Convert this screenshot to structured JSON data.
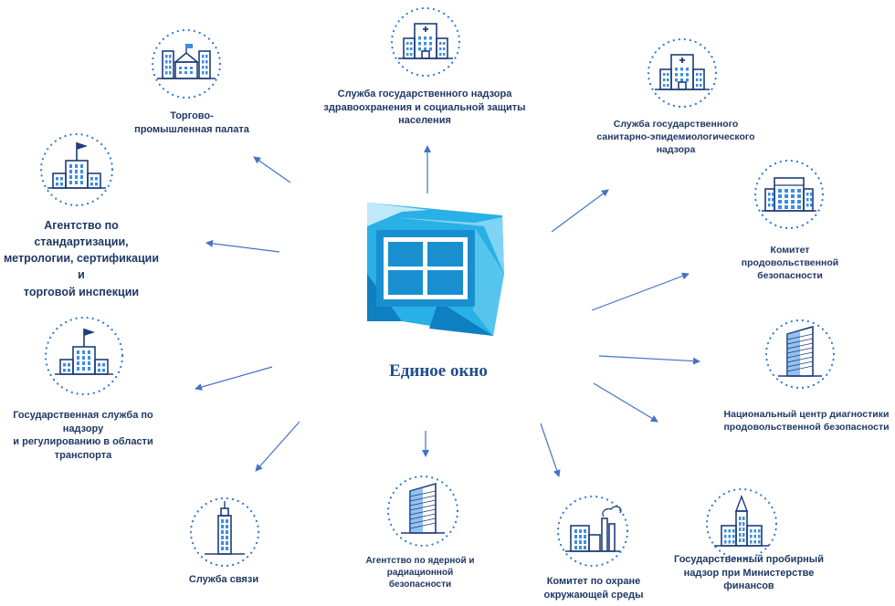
{
  "center": {
    "title": "Единое окно",
    "icon": "window-logo-icon"
  },
  "colors": {
    "dots": "#2f7bd6",
    "building_dark": "#1f3d7a",
    "building_light": "#3b8ee3",
    "arrow": "#4472c4",
    "text": "#1f3864",
    "logo_light": "#7fd3f5",
    "logo_mid": "#29b0e6",
    "logo_dark": "#0e7fc0"
  },
  "nodes": [
    {
      "id": "tpp",
      "label": "Торгово-\nпромышленная палата",
      "icon": "city-buildings-icon"
    },
    {
      "id": "health",
      "label": "Служба государственного надзора\nздравоохранения и социальной защиты\nнаселения",
      "icon": "hospital-icon"
    },
    {
      "id": "sanepid",
      "label": "Служба государственного\nсанитарно-эпидемиологического\nнадзора",
      "icon": "hospital-icon"
    },
    {
      "id": "standards",
      "label": "Агентство по стандартизации,\nметрологии, сертификации и\nторговой инспекции",
      "icon": "flag-building-icon"
    },
    {
      "id": "food-committee",
      "label": "Комитет\nпродовольственной\nбезопасности",
      "icon": "office-building-icon"
    },
    {
      "id": "transport",
      "label": "Государственная служба по надзору\nи регулированию в области\nтранспорта",
      "icon": "flag-building-icon"
    },
    {
      "id": "food-center",
      "label": "Национальный центр диагностики\nпродовольственной безопасности",
      "icon": "skyscraper-icon"
    },
    {
      "id": "communications",
      "label": "Служба связи",
      "icon": "tower-icon"
    },
    {
      "id": "nuclear",
      "label": "Агентство по ядерной и\nрадиационной\nбезопасности",
      "icon": "skyscraper-icon"
    },
    {
      "id": "ecology",
      "label": "Комитет по охране\nокружающей среды",
      "icon": "factory-icon"
    },
    {
      "id": "assay",
      "label": "Государственный пробирный\nнадзор при Министерстве\nфинансов",
      "icon": "spire-building-icon"
    }
  ]
}
